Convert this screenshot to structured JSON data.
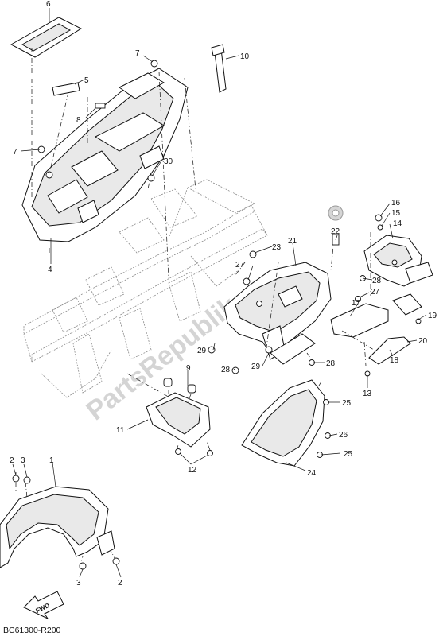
{
  "diagram_code": "BC61300-R200",
  "watermark": "PartsRepublik",
  "fwd_label": "FWD",
  "callouts": [
    {
      "id": "c6",
      "label": "6"
    },
    {
      "id": "c7a",
      "label": "7"
    },
    {
      "id": "c10",
      "label": "10"
    },
    {
      "id": "c5",
      "label": "5"
    },
    {
      "id": "c8",
      "label": "8"
    },
    {
      "id": "c7b",
      "label": "7"
    },
    {
      "id": "c30",
      "label": "30"
    },
    {
      "id": "c4",
      "label": "4"
    },
    {
      "id": "c16",
      "label": "16"
    },
    {
      "id": "c15",
      "label": "15"
    },
    {
      "id": "c14",
      "label": "14"
    },
    {
      "id": "c22",
      "label": "22"
    },
    {
      "id": "c21",
      "label": "21"
    },
    {
      "id": "c23",
      "label": "23"
    },
    {
      "id": "c27a",
      "label": "27"
    },
    {
      "id": "c28a",
      "label": "28"
    },
    {
      "id": "c27b",
      "label": "27"
    },
    {
      "id": "c17",
      "label": "17"
    },
    {
      "id": "c19",
      "label": "19"
    },
    {
      "id": "c20",
      "label": "20"
    },
    {
      "id": "c18",
      "label": "18"
    },
    {
      "id": "c29a",
      "label": "29"
    },
    {
      "id": "c28b",
      "label": "28"
    },
    {
      "id": "c29b",
      "label": "29"
    },
    {
      "id": "c28c",
      "label": "28"
    },
    {
      "id": "c13",
      "label": "13"
    },
    {
      "id": "c9",
      "label": "9"
    },
    {
      "id": "c11",
      "label": "11"
    },
    {
      "id": "c12",
      "label": "12"
    },
    {
      "id": "c25a",
      "label": "25"
    },
    {
      "id": "c26",
      "label": "26"
    },
    {
      "id": "c25b",
      "label": "25"
    },
    {
      "id": "c24",
      "label": "24"
    },
    {
      "id": "c1",
      "label": "1"
    },
    {
      "id": "c2a",
      "label": "2"
    },
    {
      "id": "c3a",
      "label": "3"
    },
    {
      "id": "c3b",
      "label": "3"
    },
    {
      "id": "c2b",
      "label": "2"
    }
  ]
}
